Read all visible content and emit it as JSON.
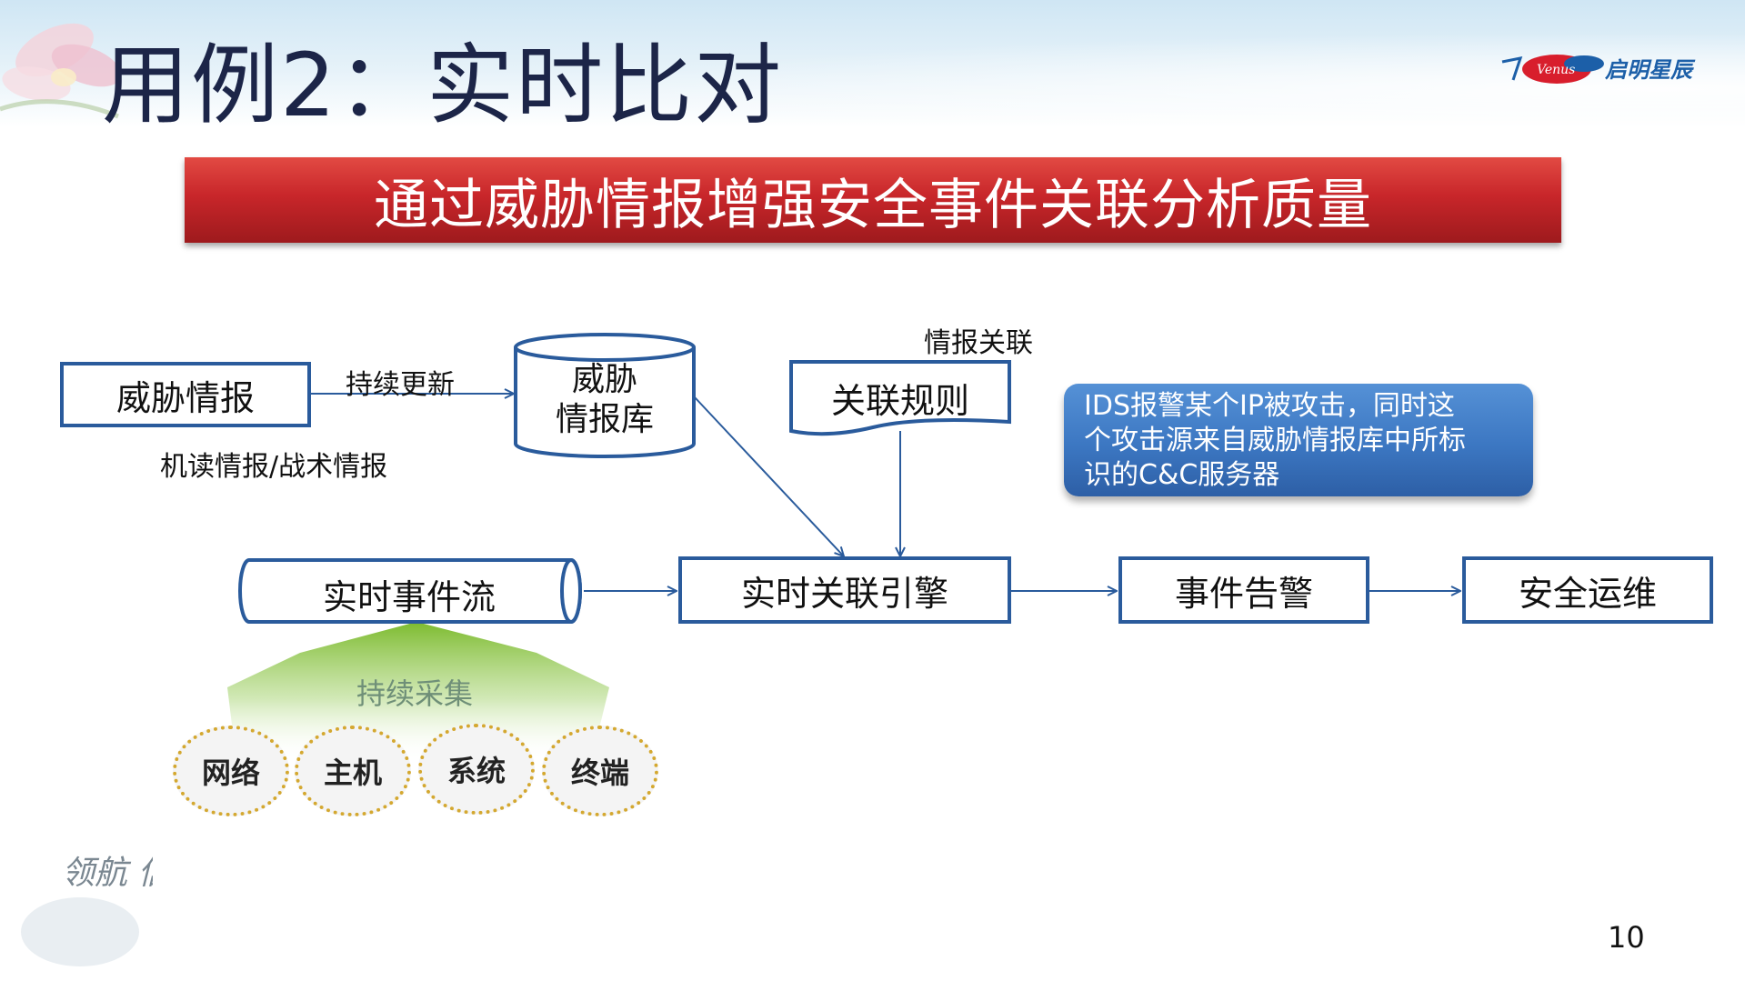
{
  "slide": {
    "title": "用例2：实时比对",
    "subtitle": "通过威胁情报增强安全事件关联分析质量",
    "page_number": "10",
    "brand_name": "启明星辰",
    "brand_logo_mark": "Venus"
  },
  "nodes": {
    "threat_intel": "威胁情报",
    "intel_db_line1": "威胁",
    "intel_db_line2": "情报库",
    "correlation_rules": "关联规则",
    "event_stream": "实时事件流",
    "correlation_engine": "实时关联引擎",
    "event_alert": "事件告警",
    "security_ops": "安全运维"
  },
  "labels": {
    "continuous_update": "持续更新",
    "machine_tactical": "机读情报/战术情报",
    "intel_correlation": "情报关联",
    "continuous_collect": "持续采集"
  },
  "callout": {
    "lines": [
      "IDS报警某个IP被攻击，同时这",
      "个攻击源来自威胁情报库中所标",
      "识的C&C服务器"
    ]
  },
  "sources": [
    "网络",
    "主机",
    "系统",
    "终端"
  ],
  "decor": {
    "seal_text": "领航 信息安全"
  },
  "colors": {
    "title": "#1c2548",
    "banner_red": "#c8262a",
    "node_border": "#2a5b9c",
    "callout_blue": "#3c77c2",
    "arrow_green": "#8cc63f",
    "source_border": "#d4a830"
  }
}
